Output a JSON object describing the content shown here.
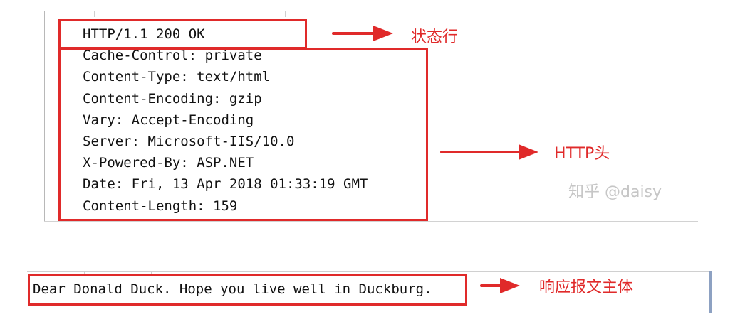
{
  "status_line": "HTTP/1.1 200 OK",
  "headers": [
    "Cache-Control: private",
    "Content-Type: text/html",
    "Content-Encoding: gzip",
    "Vary: Accept-Encoding",
    "Server: Microsoft-IIS/10.0",
    "X-Powered-By: ASP.NET",
    "Date: Fri, 13 Apr 2018 01:33:19 GMT",
    "Content-Length: 159"
  ],
  "body_text": "Dear Donald Duck. Hope you live well in Duckburg.",
  "annotations": {
    "status": "状态行",
    "headers": "HTTP头",
    "body": "响应报文主体"
  },
  "watermark": "知乎 @daisy",
  "colors": {
    "annotation_red": "#e02a2a",
    "watermark_gray": "#c6c6c6"
  }
}
